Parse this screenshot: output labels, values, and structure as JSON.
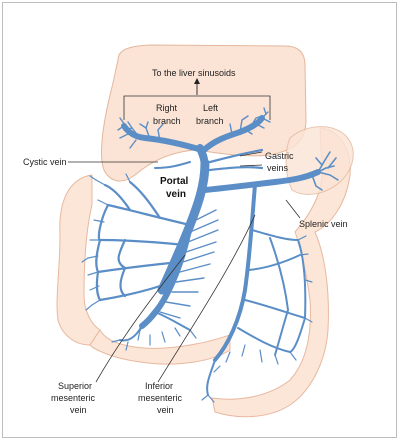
{
  "labels": {
    "to_liver": "To the liver sinusoids",
    "right_branch_1": "Right",
    "right_branch_2": "branch",
    "left_branch_1": "Left",
    "left_branch_2": "branch",
    "cystic_vein": "Cystic vein",
    "gastric_veins_1": "Gastric",
    "gastric_veins_2": "veins",
    "portal_vein_1": "Portal",
    "portal_vein_2": "vein",
    "splenic_vein": "Splenic vein",
    "sup_mes_1": "Superior",
    "sup_mes_2": "mesenteric",
    "sup_mes_3": "vein",
    "inf_mes_1": "Inferior",
    "inf_mes_2": "mesenteric",
    "inf_mes_3": "vein"
  },
  "colors": {
    "vein": "#5b8ec6",
    "organ_fill": "#fbe4d5",
    "organ_outline": "#e3b79c"
  }
}
